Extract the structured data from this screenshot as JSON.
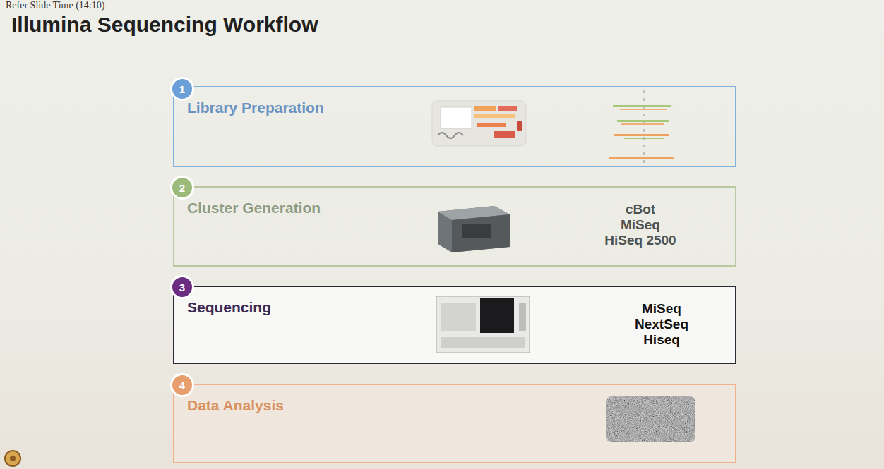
{
  "diagram": {
    "title": "Illumina Sequencing Workflow",
    "nodes": [
      {
        "text": [
          "1"
        ]
      },
      {
        "text": [
          "Library Preparation"
        ]
      },
      {
        "text": [
          "2"
        ]
      },
      {
        "text": [
          "Cluster Generation",
          "cBot",
          "MiSeq",
          "HiSeq 2500"
        ]
      },
      {
        "text": [
          "3"
        ]
      },
      {
        "text": [
          "Sequencing",
          "MiSeq",
          "NextSeq",
          "Hiseq"
        ]
      },
      {
        "text": [
          "4"
        ]
      },
      {
        "text": [
          "Data Analysis"
        ]
      }
    ],
    "labels": [
      "Refer Slide Time (14:10)"
    ]
  }
}
